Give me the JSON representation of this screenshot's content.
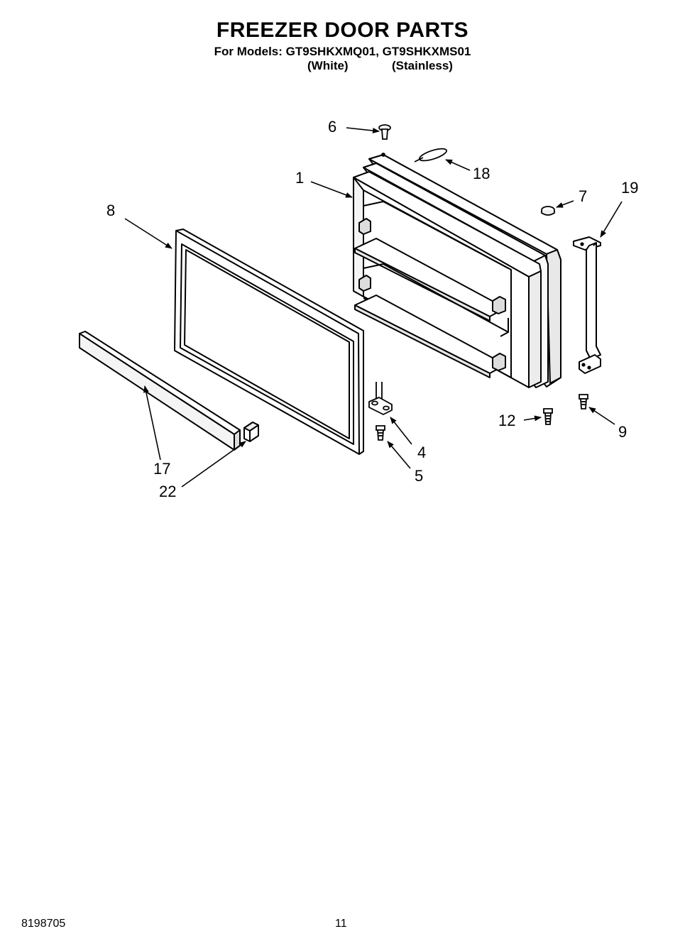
{
  "header": {
    "title": "FREEZER DOOR PARTS",
    "models_line": "For Models: GT9SHKXMQ01, GT9SHKXMS01",
    "variant_1": "(White)",
    "variant_2": "(Stainless)"
  },
  "callouts": {
    "c1": "1",
    "c4": "4",
    "c5": "5",
    "c6": "6",
    "c7": "7",
    "c8": "8",
    "c9": "9",
    "c12": "12",
    "c17": "17",
    "c18": "18",
    "c19": "19",
    "c22": "22"
  },
  "footer": {
    "doc_number": "8198705",
    "page_number": "11"
  }
}
